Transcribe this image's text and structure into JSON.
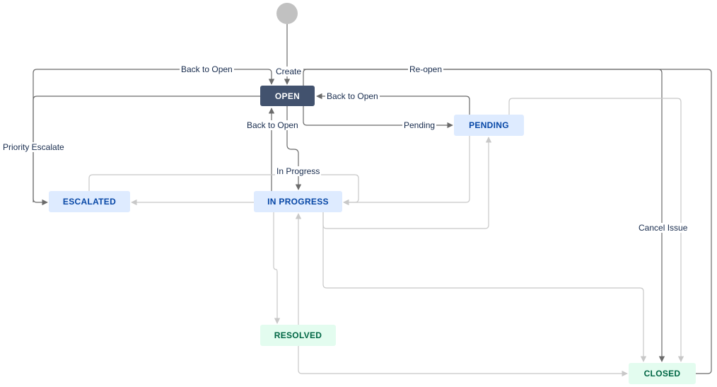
{
  "statuses": {
    "open": "OPEN",
    "pending": "PENDING",
    "escalated": "ESCALATED",
    "in_progress": "IN PROGRESS",
    "resolved": "RESOLVED",
    "closed": "CLOSED"
  },
  "transitions": {
    "create": "Create",
    "back_to_open_escalated": "Back to Open",
    "re_open": "Re-open",
    "back_to_open_pending": "Back to Open",
    "pending": "Pending",
    "back_to_open_in_progress": "Back to Open",
    "priority_escalate": "Priority Escalate",
    "in_progress": "In Progress",
    "cancel_issue": "Cancel Issue"
  },
  "colors": {
    "open_bg": "#42526e",
    "in_progress_bg": "#deebff",
    "done_bg": "#e3fcef",
    "start_node": "#c1c1c1",
    "dark_edge": "#6b6b6b",
    "light_edge": "#c8c8c8"
  }
}
